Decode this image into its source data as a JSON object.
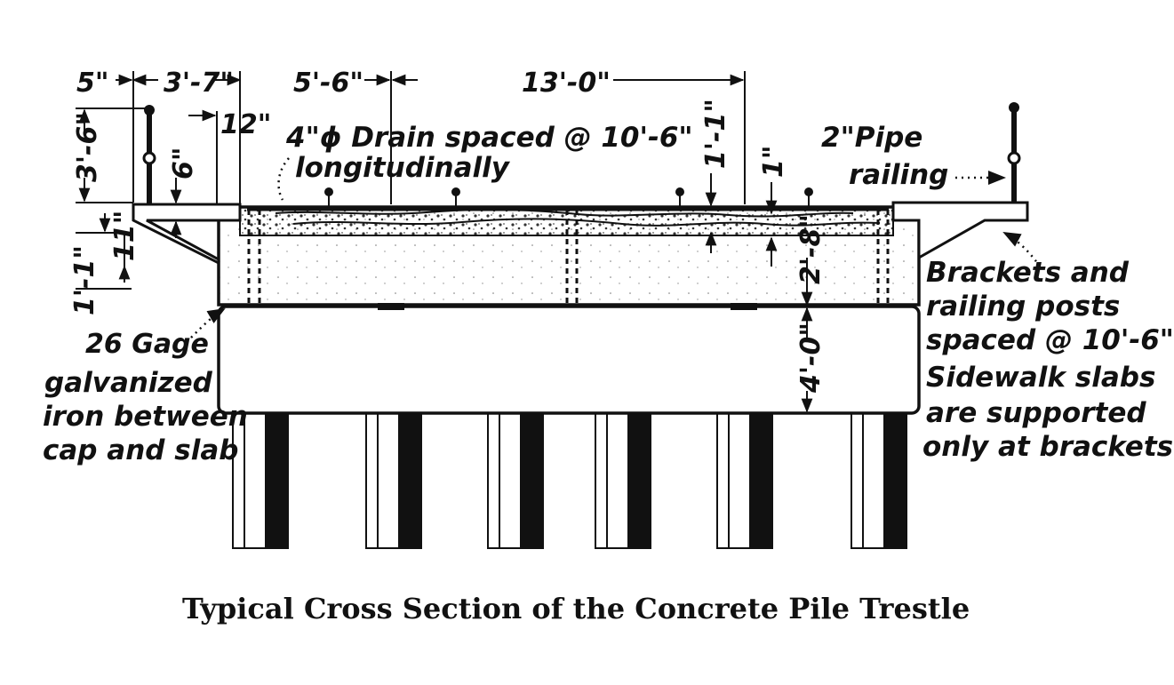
{
  "dimensions": {
    "d_5in": "5\"",
    "d_3ft7in": "3'-7\"",
    "d_5ft6in": "5'-6\"",
    "d_13ft0in": "13'-0\"",
    "d_12in": "12\"",
    "d_3ft6in": "3'-6\"",
    "d_6in": "6\"",
    "d_1ft1in_top": "1'-1\"",
    "d_1in": "1\"",
    "d_2ft8in": "2'-8\"",
    "d_4ft0in": "4'-0\"",
    "d_11in": "11\"",
    "d_1ft1in_left": "1'-1\""
  },
  "annotations": {
    "drain_line1": "4\"ϕ Drain spaced @ 10'-6\"",
    "drain_line2": "longitudinally",
    "pipe_line1": "2\"Pipe",
    "pipe_line2": "railing",
    "gage_line1": "26 Gage",
    "gage_line2": "galvanized",
    "gage_line3": "iron between",
    "gage_line4": "cap and slab",
    "brackets_line1": "Brackets and",
    "brackets_line2": "railing posts",
    "brackets_line3": "spaced @ 10'-6\"",
    "sidewalk_line1": "Sidewalk slabs",
    "sidewalk_line2": "are supported",
    "sidewalk_line3": "only at brackets"
  },
  "caption": "Typical Cross Section of the Concrete Pile Trestle"
}
